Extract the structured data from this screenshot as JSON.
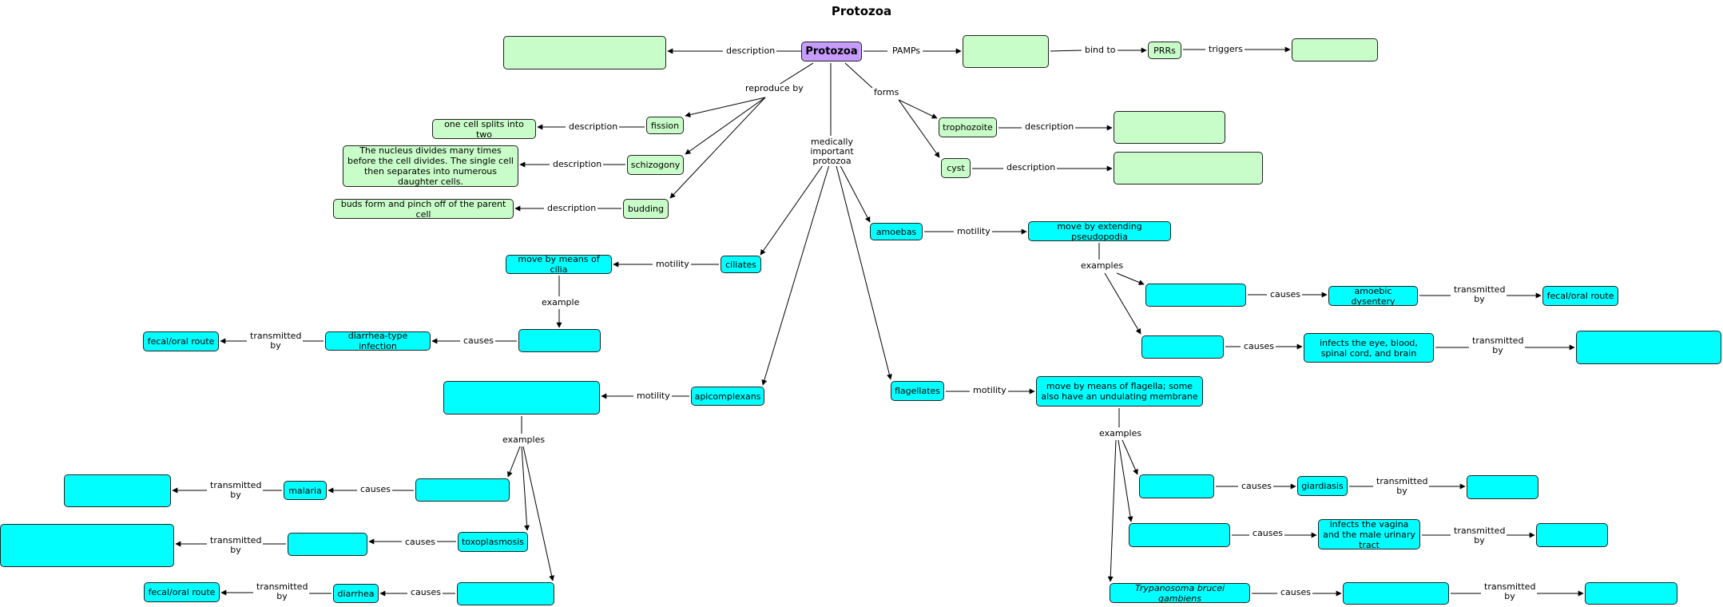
{
  "title": "Protozoa",
  "nodes": {
    "protozoa": "Protozoa",
    "proto_desc": "",
    "pamps": "",
    "prrs": "PRRs",
    "triggers_box": "",
    "fission": "fission",
    "fission_desc": "one cell splits into two",
    "schizogony": "schizogony",
    "schizogony_desc": "The nucleus divides many times before the cell divides. The single cell then separates into numerous daughter cells.",
    "budding": "budding",
    "budding_desc": "buds form and pinch off of the parent cell",
    "trophozoite": "trophozoite",
    "trophozoite_desc": "",
    "cyst": "cyst",
    "cyst_desc": "",
    "amoebas": "amoebas",
    "amoeba_motility": "move by extending pseudopodia",
    "amoeba_ex1": "",
    "amoebic_dysentery": "amoebic dysentery",
    "amoeba_fecal": "fecal/oral route",
    "amoeba_ex2": "",
    "infects_eye": "infects the eye, blood, spinal cord, and brain",
    "infects_eye_trans": "",
    "ciliates": "ciliates",
    "cilia_motility": "move by means of cilia",
    "cilia_ex": "",
    "diarrhea_type": "diarrhea-type infection",
    "cilia_fecal": "fecal/oral route",
    "apicomplexans": "apicomplexans",
    "api_motility": "",
    "api_ex1": "",
    "malaria": "malaria",
    "malaria_trans": "",
    "api_ex2": "",
    "toxoplasmosis": "toxoplasmosis",
    "toxo_trans": "",
    "api_ex3": "",
    "diarrhea": "diarrhea",
    "diarrhea_fecal": "fecal/oral route",
    "flagellates": "flagellates",
    "flag_motility": "move by means of flagella; some also have an undulating membrane",
    "flag_ex1": "",
    "giardiasis": "giardiasis",
    "giardia_trans": "",
    "flag_ex2": "",
    "infects_vagina": "infects the vagina and the male urinary tract",
    "vagina_trans": "",
    "trypanosoma": "Trypanosoma brucei gambiens",
    "trypanosoma_causes": "",
    "trypanosoma_trans": ""
  },
  "labels": {
    "description": "description",
    "pamps": "PAMPs",
    "bind_to": "bind to",
    "triggers": "triggers",
    "reproduce_by": "reproduce by",
    "forms": "forms",
    "medically_important": "medically important protozoa",
    "motility": "motility",
    "examples": "examples",
    "example": "example",
    "causes": "causes",
    "transmitted_by": "transmitted by"
  },
  "colors": {
    "root": "#c79cff",
    "general": "#c8fcc8",
    "medical": "#00ffff",
    "border": "#222222"
  }
}
